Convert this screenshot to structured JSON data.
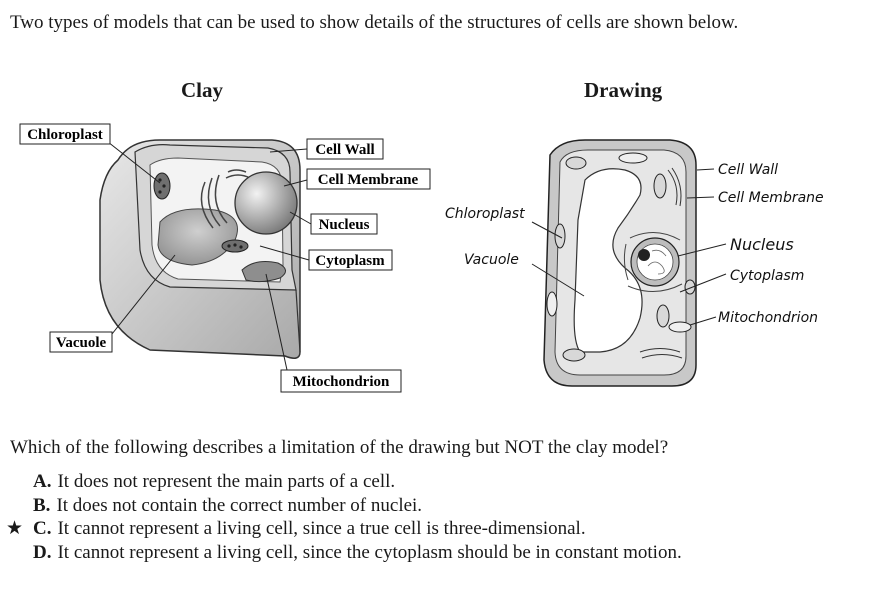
{
  "intro": "Two types of models that can be used to show details of the structures of cells are shown below.",
  "clay_heading": "Clay",
  "drawing_heading": "Drawing",
  "clay_labels": {
    "chloroplast": "Chloroplast",
    "cell_wall": "Cell Wall",
    "cell_membrane": "Cell Membrane",
    "nucleus": "Nucleus",
    "cytoplasm": "Cytoplasm",
    "vacuole": "Vacuole",
    "mitochondrion": "Mitochondrion"
  },
  "drawing_labels": {
    "chloroplast": "Chloroplast",
    "vacuole": "Vacuole",
    "cell_wall": "Cell Wall",
    "cell_membrane": "Cell Membrane",
    "nucleus": "Nucleus",
    "cytoplasm": "Cytoplasm",
    "mitochondrion": "Mitochondrion"
  },
  "question": "Which of the following describes a limitation of the drawing but NOT the clay model?",
  "correct_marker": "★",
  "choices": [
    {
      "letter": "A.",
      "text": "It does not represent the main parts of a cell.",
      "correct": false
    },
    {
      "letter": "B.",
      "text": "It does not contain the correct number of nuclei.",
      "correct": false
    },
    {
      "letter": "C.",
      "text": "It cannot represent a living cell, since a true cell is three-dimensional.",
      "correct": true
    },
    {
      "letter": "D.",
      "text": "It cannot represent a living cell, since the cytoplasm should be in constant motion.",
      "correct": false
    }
  ]
}
